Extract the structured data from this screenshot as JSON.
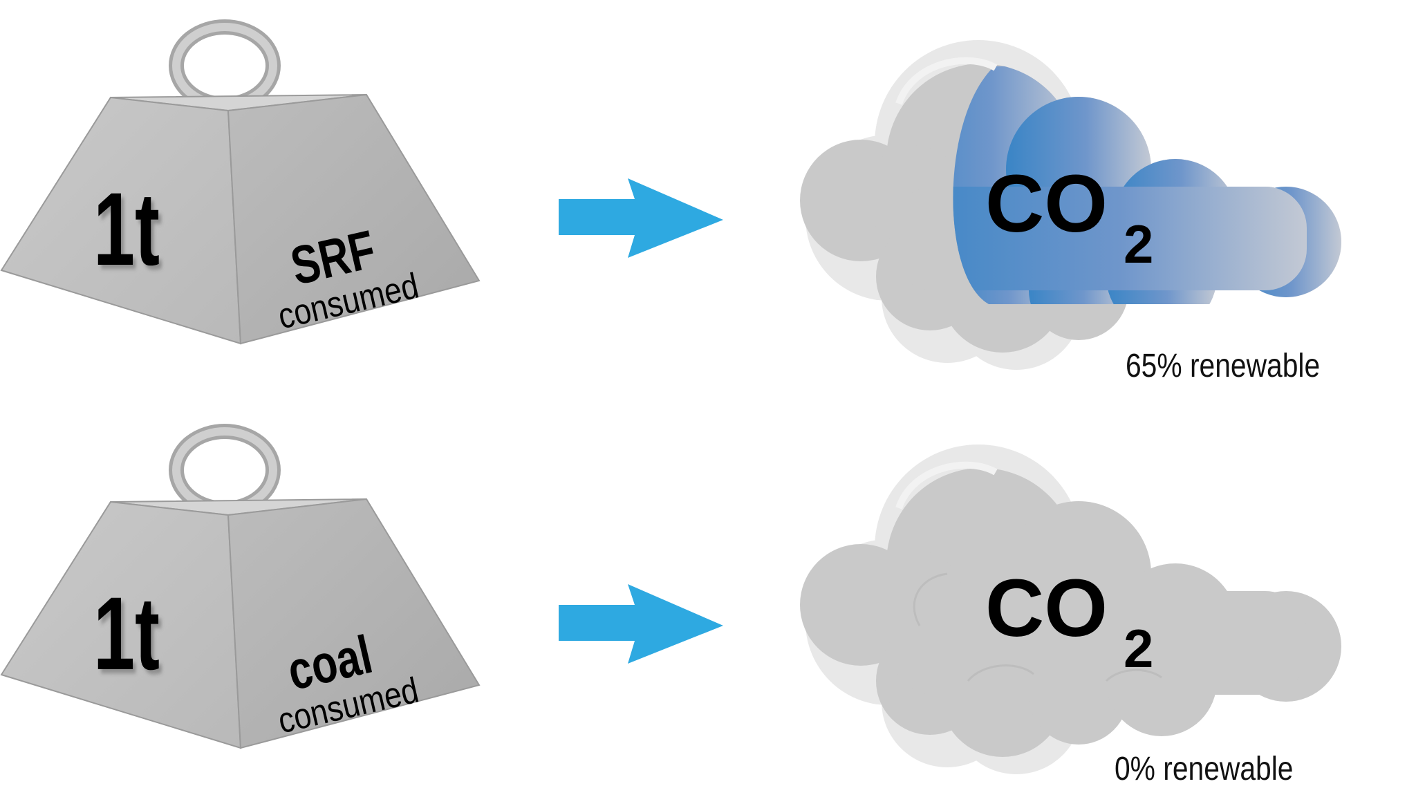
{
  "rows": [
    {
      "weight": {
        "amount": "1t",
        "material": "SRF",
        "verb": "consumed"
      },
      "cloud": {
        "chem_main": "CO",
        "chem_sub": "2",
        "caption": "65% renewable",
        "renewable_fraction": 0.65
      }
    },
    {
      "weight": {
        "amount": "1t",
        "material": "coal",
        "verb": "consumed"
      },
      "cloud": {
        "chem_main": "CO",
        "chem_sub": "2",
        "caption": "0% renewable",
        "renewable_fraction": 0.0
      }
    }
  ],
  "colors": {
    "arrow": "#2ea9e1",
    "cloud_grey": "#c9c9c9",
    "cloud_shadow": "#dcdcdc",
    "renewable_blue_start": "#3a85c6",
    "renewable_blue_end": "#b8c4d8",
    "weight_front": "#c4c4c4",
    "weight_side": "#b3b3b3",
    "weight_top": "#d8d8d8"
  }
}
